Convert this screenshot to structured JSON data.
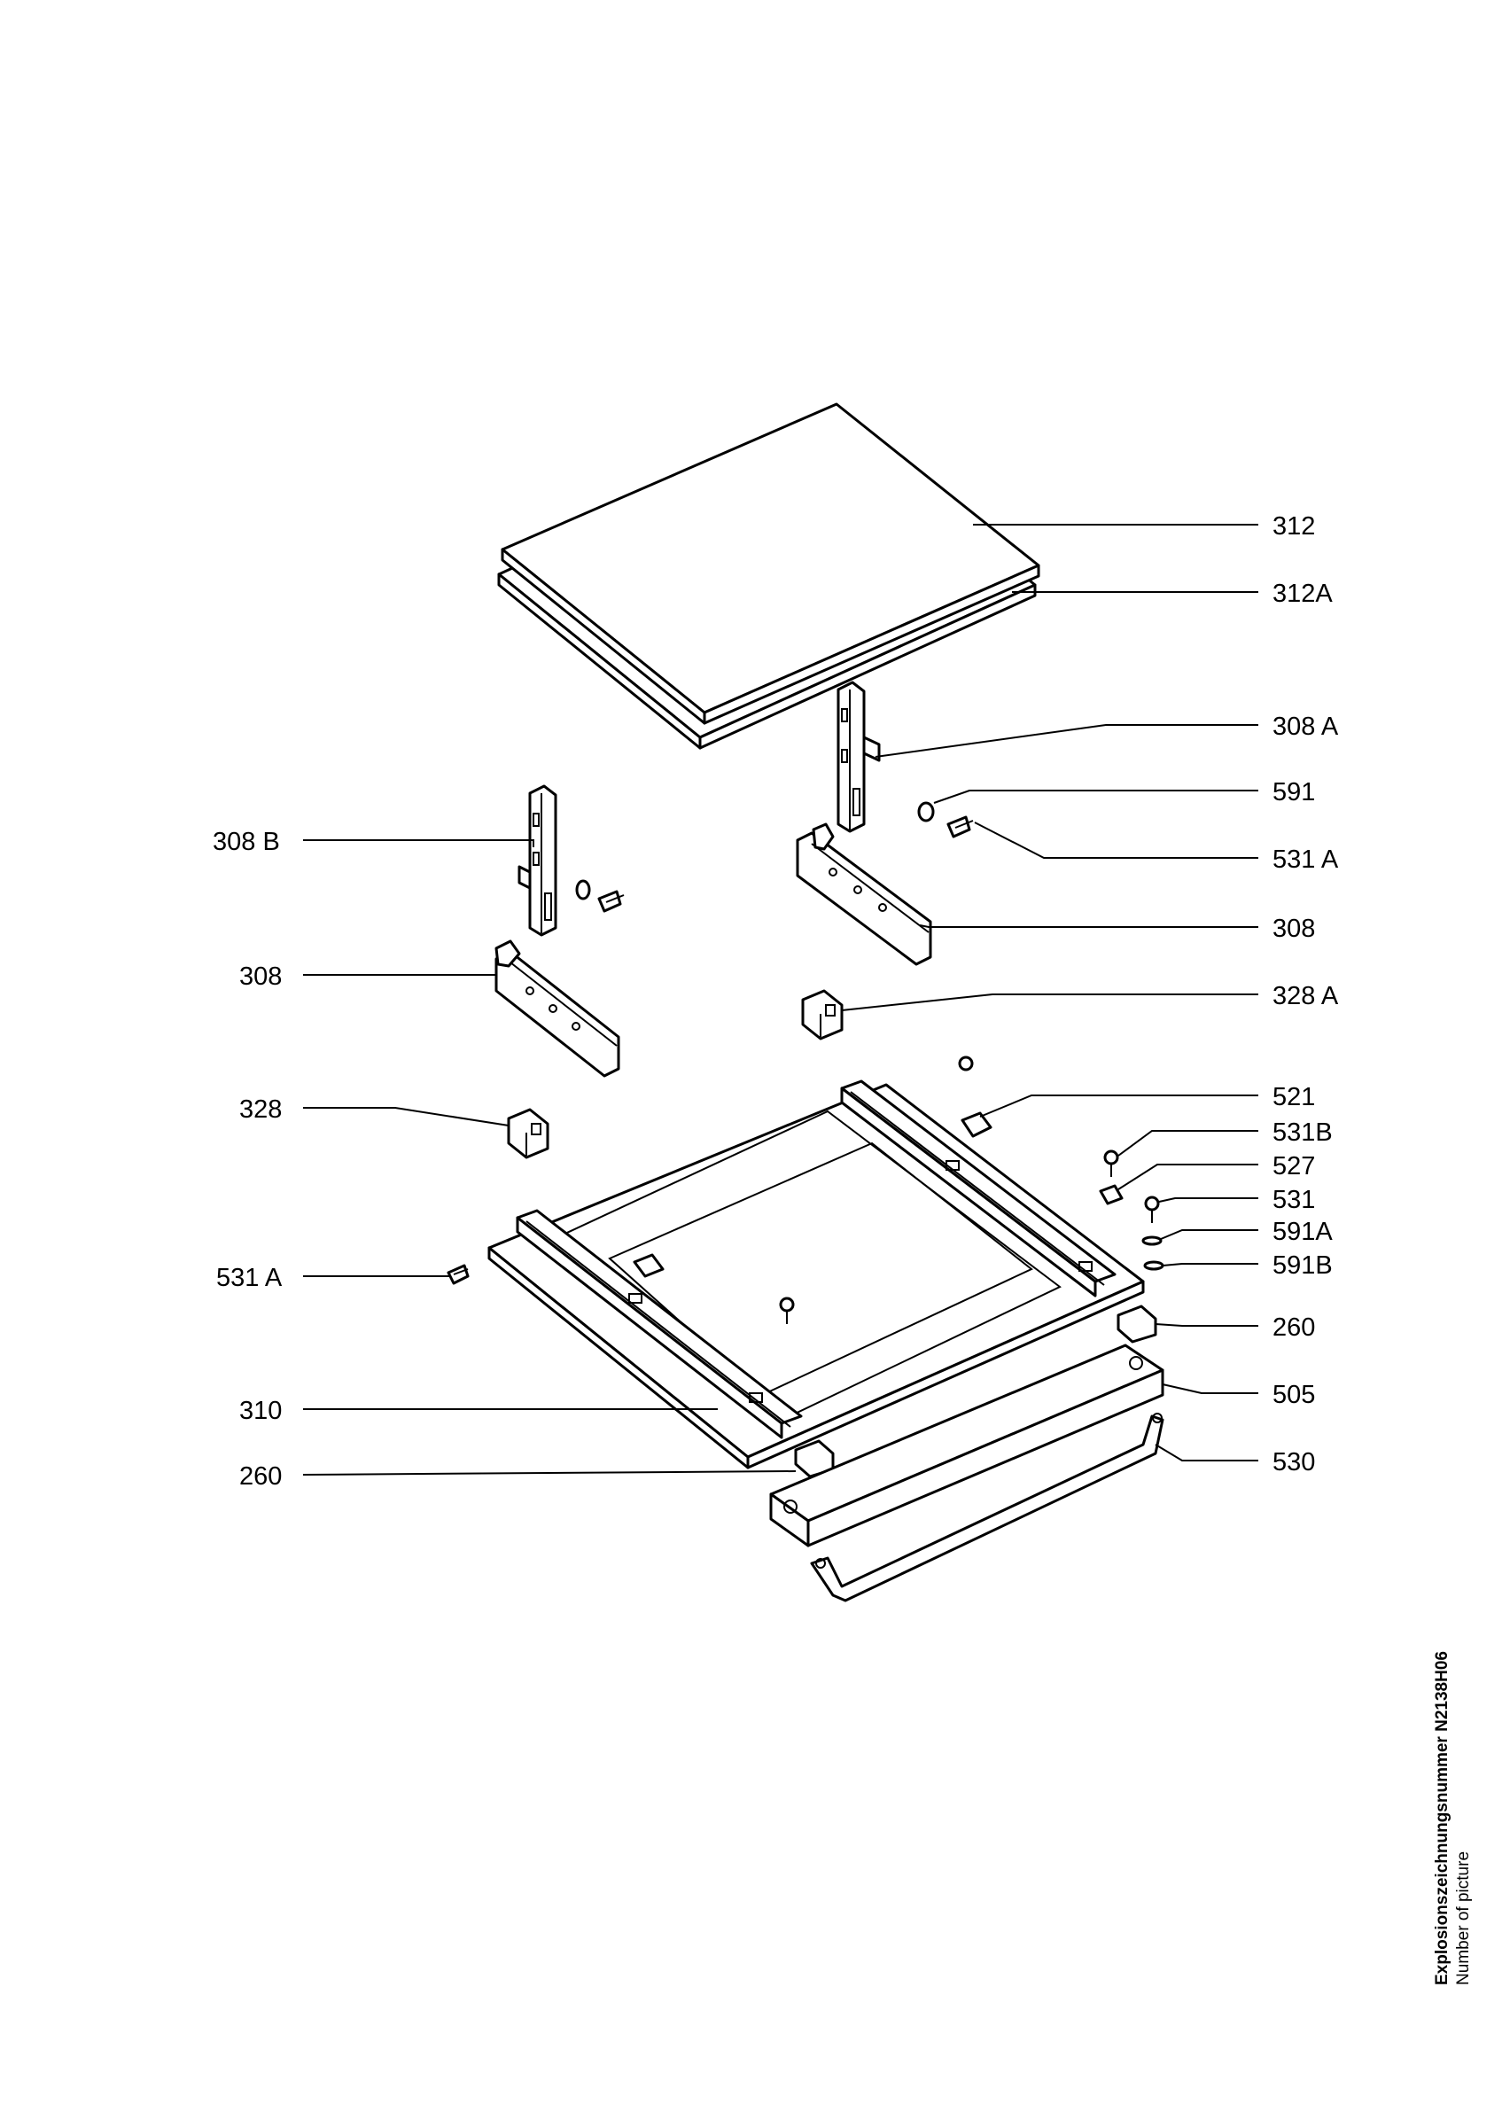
{
  "labels": {
    "l312": "312",
    "l312a": "312A",
    "l308a": "308 A",
    "l591": "591",
    "l531a_r": "531 A",
    "l308_r": "308",
    "l328a": "328 A",
    "l521": "521",
    "l531b": "531B",
    "l527": "527",
    "l531": "531",
    "l591a": "591A",
    "l591b": "591B",
    "l260_r": "260",
    "l505": "505",
    "l530": "530",
    "l308b": "308 B",
    "l308_l": "308",
    "l328": "328",
    "l531a_l": "531 A",
    "l310": "310",
    "l260_l": "260"
  },
  "caption": {
    "title": "Explosionszeichnungsnummer N2138H06",
    "subtitle": "Number of picture"
  }
}
